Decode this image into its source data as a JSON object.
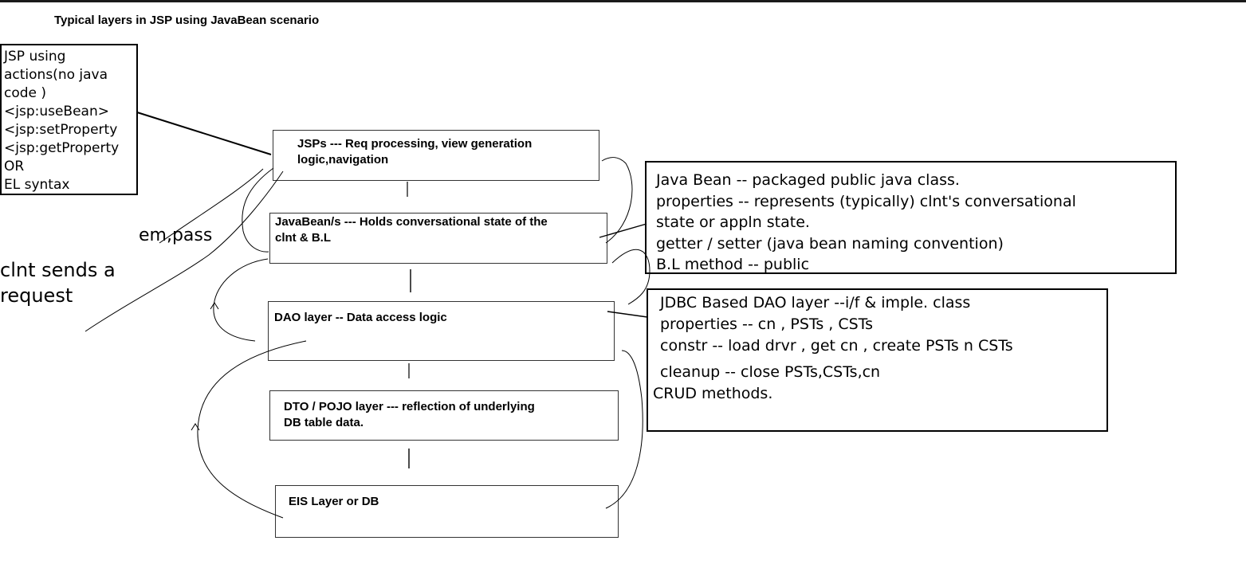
{
  "title": "Typical layers in JSP using JavaBean scenario",
  "jsp_note": {
    "lines": [
      "JSP using",
      "actions(no java",
      "code )",
      "<jsp:useBean>",
      "<jsp:setProperty",
      "<jsp:getProperty",
      "OR",
      "EL syntax"
    ]
  },
  "layers": [
    {
      "lines": [
        "JSPs --- Req processing, view generation",
        "logic,navigation"
      ]
    },
    {
      "lines": [
        "JavaBean/s --- Holds conversational state of the",
        "clnt & B.L"
      ]
    },
    {
      "lines": [
        "DAO layer -- Data access logic"
      ]
    },
    {
      "lines": [
        "DTO / POJO layer --- reflection of underlying",
        "DB table data."
      ]
    },
    {
      "lines": [
        "EIS Layer or DB"
      ]
    }
  ],
  "bean_note": {
    "lines": [
      "Java Bean -- packaged public java class.",
      "properties -- represents (typically) clnt's conversational",
      "state or appln state.",
      "getter / setter (java bean naming convention)",
      "B.L method -- public"
    ]
  },
  "dao_note": {
    "lines": [
      "JDBC Based DAO layer --i/f & imple. class",
      "properties -- cn , PSTs , CSTs",
      "constr -- load drvr , get cn , create PSTs n CSTs",
      "cleanup -- close PSTs,CSTs,cn",
      "CRUD methods."
    ]
  },
  "labels": {
    "em_pass": "em,pass",
    "client_request_1": "clnt sends a",
    "client_request_2": "request"
  }
}
